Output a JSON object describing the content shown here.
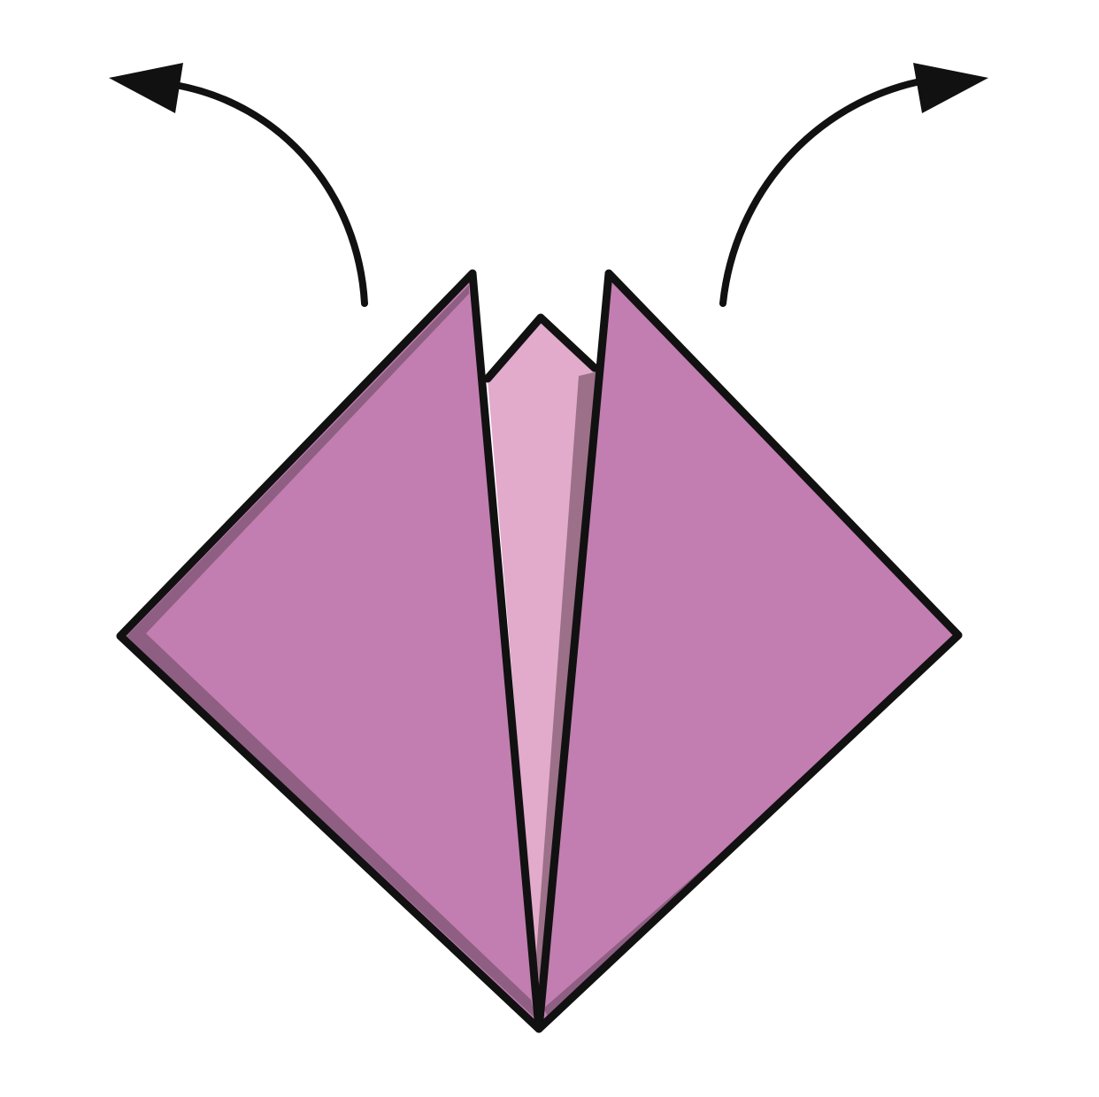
{
  "diagram": {
    "kind": "origami-step",
    "instruction_arrows": [
      "unfold-left-flap",
      "unfold-right-flap"
    ],
    "colors": {
      "background": "#ffffff",
      "outline": "#111111",
      "flap": "#c27eb0",
      "flap_shade": "#8f5f83",
      "inner_point": "#e2aacb",
      "inner_shade": "#9c7088",
      "arrow": "#111111"
    }
  }
}
